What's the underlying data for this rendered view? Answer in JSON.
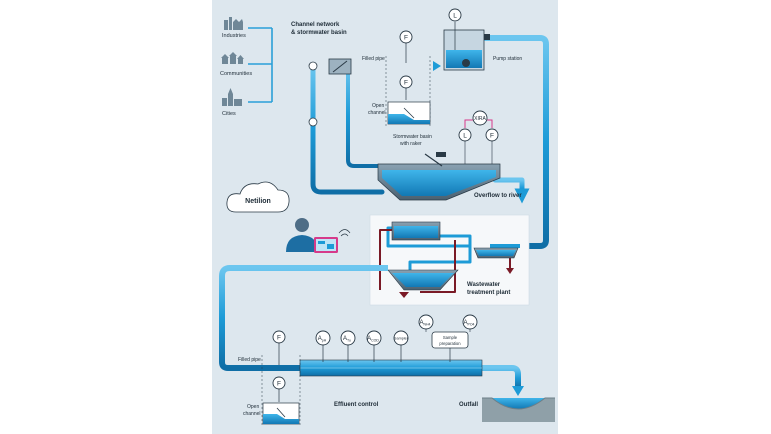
{
  "sources": {
    "industries": "Industries",
    "communities": "Communities",
    "cities": "Cities"
  },
  "channel_network": {
    "line1": "Channel network",
    "line2": "& stormwater basin"
  },
  "filled_pipe_top": "Filled pipe",
  "open_channel_top": {
    "line1": "Open",
    "line2": "channel"
  },
  "pump_station": "Pump station",
  "stormwater_basin": {
    "line1": "Stormwater basin",
    "line2": "with raker"
  },
  "overflow": "Overflow to river",
  "netilion": "Netilion",
  "wwtp": {
    "line1": "Wastewater",
    "line2": "treatment plant"
  },
  "meters_top": {
    "flow": "F",
    "level": "L",
    "level_basin": "L",
    "flow_basin": "F",
    "xira": "XIRA"
  },
  "meters_bottom": {
    "flow_pipe": "F",
    "flow_channel": "F",
    "a_ph": {
      "main": "A",
      "sub": "pH"
    },
    "a_tu": {
      "main": "A",
      "sub": "Tu"
    },
    "a_cod": {
      "main": "A",
      "sub": "COD"
    },
    "sampler": "Sampler",
    "a_nh4": {
      "main": "A",
      "sub": "NH4"
    },
    "a_po4": {
      "main": "A",
      "sub": "PO4"
    },
    "sample_prep": {
      "line1": "Sample",
      "line2": "preparation"
    }
  },
  "filled_pipe_bottom": "Filled pipe",
  "open_channel_bottom": {
    "line1": "Open",
    "line2": "channel"
  },
  "effluent": "Effluent control",
  "outfall": "Outfall",
  "colors": {
    "background": "#dde7ee",
    "pipe": "#1d9bd7",
    "pipe_dark": "#0f6ea6",
    "return_line": "#7a1a26",
    "tank": "#5e7585",
    "wwtp_panel": "#f6f8fa",
    "magenta": "#d63a8a"
  }
}
